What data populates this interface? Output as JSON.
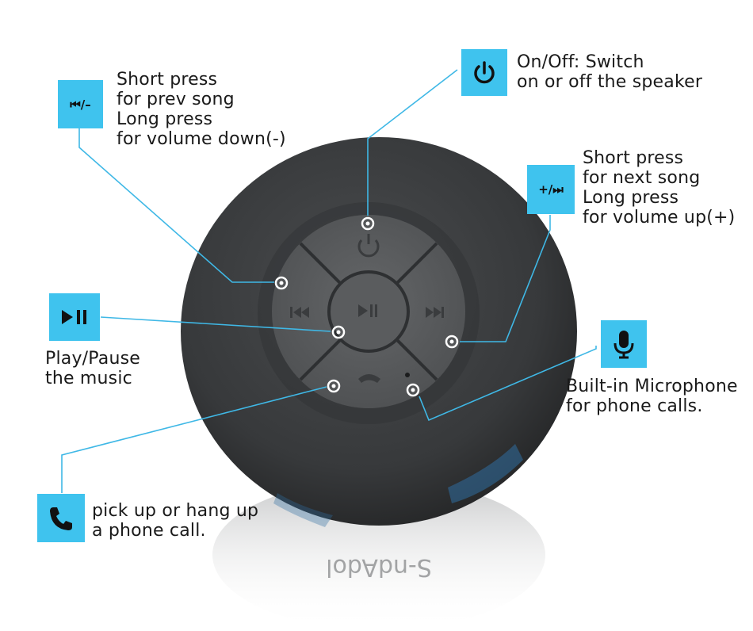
{
  "colors": {
    "accent": "#3fc3ee",
    "speaker_body": "#3b3d3f",
    "button_pad": "#595b5d",
    "callout_line": "#3fb8e6",
    "text": "#1a1a1a"
  },
  "speaker": {
    "brand_reflection": "S-ndAdol"
  },
  "callouts": {
    "prev": {
      "icon": "prev-minus-icon",
      "icon_text": "⏮/–",
      "lines": [
        "Short press",
        "for prev song",
        "Long press",
        "for volume down(-)"
      ]
    },
    "power": {
      "icon": "power-icon",
      "lines": [
        "On/Off: Switch",
        "on or off the speaker"
      ]
    },
    "next": {
      "icon": "plus-next-icon",
      "icon_text": "+/⏭",
      "lines": [
        "Short press",
        "for next song",
        "Long press",
        "for volume up(+)"
      ]
    },
    "play": {
      "icon": "play-pause-icon",
      "lines": [
        "Play/Pause",
        "the music"
      ]
    },
    "mic": {
      "icon": "microphone-icon",
      "lines": [
        "Built-in Microphone",
        "for phone calls."
      ]
    },
    "phone": {
      "icon": "phone-icon",
      "lines": [
        "pick up or hang up",
        "a phone call."
      ]
    }
  }
}
